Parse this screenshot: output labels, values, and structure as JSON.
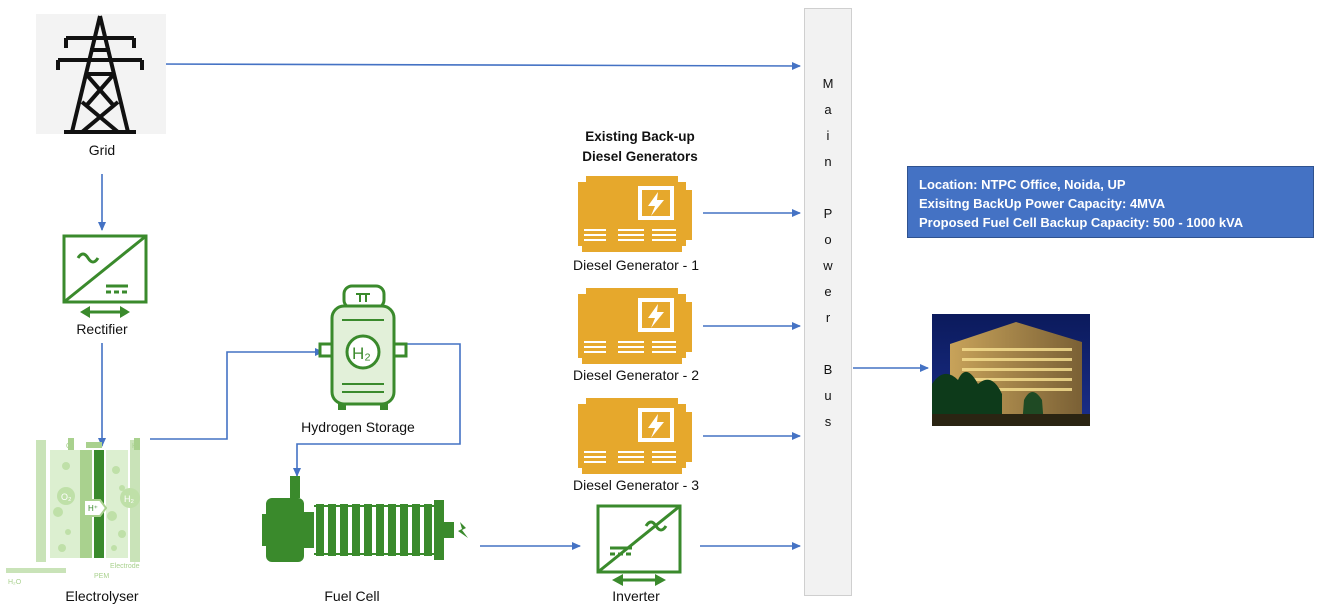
{
  "nodes": {
    "grid": "Grid",
    "rectifier": "Rectifier",
    "electrolyser": "Electrolyser",
    "hydrogen_storage": "Hydrogen Storage",
    "fuel_cell": "Fuel Cell",
    "inverter": "Inverter",
    "dg1": "Diesel Generator - 1",
    "dg2": "Diesel Generator - 2",
    "dg3": "Diesel Generator - 3"
  },
  "group_title": {
    "line1": "Existing Back-up",
    "line2": "Diesel Generators"
  },
  "bus": {
    "letters": [
      "M",
      "a",
      "i",
      "n",
      "",
      "P",
      "o",
      "w",
      "e",
      "r",
      "",
      "B",
      "u",
      "s"
    ]
  },
  "info_box": {
    "line1": "Location: NTPC Office, Noida, UP",
    "line2": "Exisitng BackUp Power Capacity: 4MVA",
    "line3": "Proposed Fuel Cell Backup Capacity: 500 - 1000 kVA"
  },
  "icon_text": {
    "h2": "H₂",
    "o2": "O₂",
    "h2_small": "H₂",
    "h_plus": "H⁺",
    "electrode": "Electrode",
    "pem": "PEM",
    "h2o": "H₂O",
    "o2_top": "O₂",
    "h2_top": "H₂"
  },
  "colors": {
    "arrow": "#4472c4",
    "green": "#3a8a2c",
    "light_green": "#a9d18e",
    "generator": "#e6a82c",
    "info_bg": "#4472c4"
  }
}
